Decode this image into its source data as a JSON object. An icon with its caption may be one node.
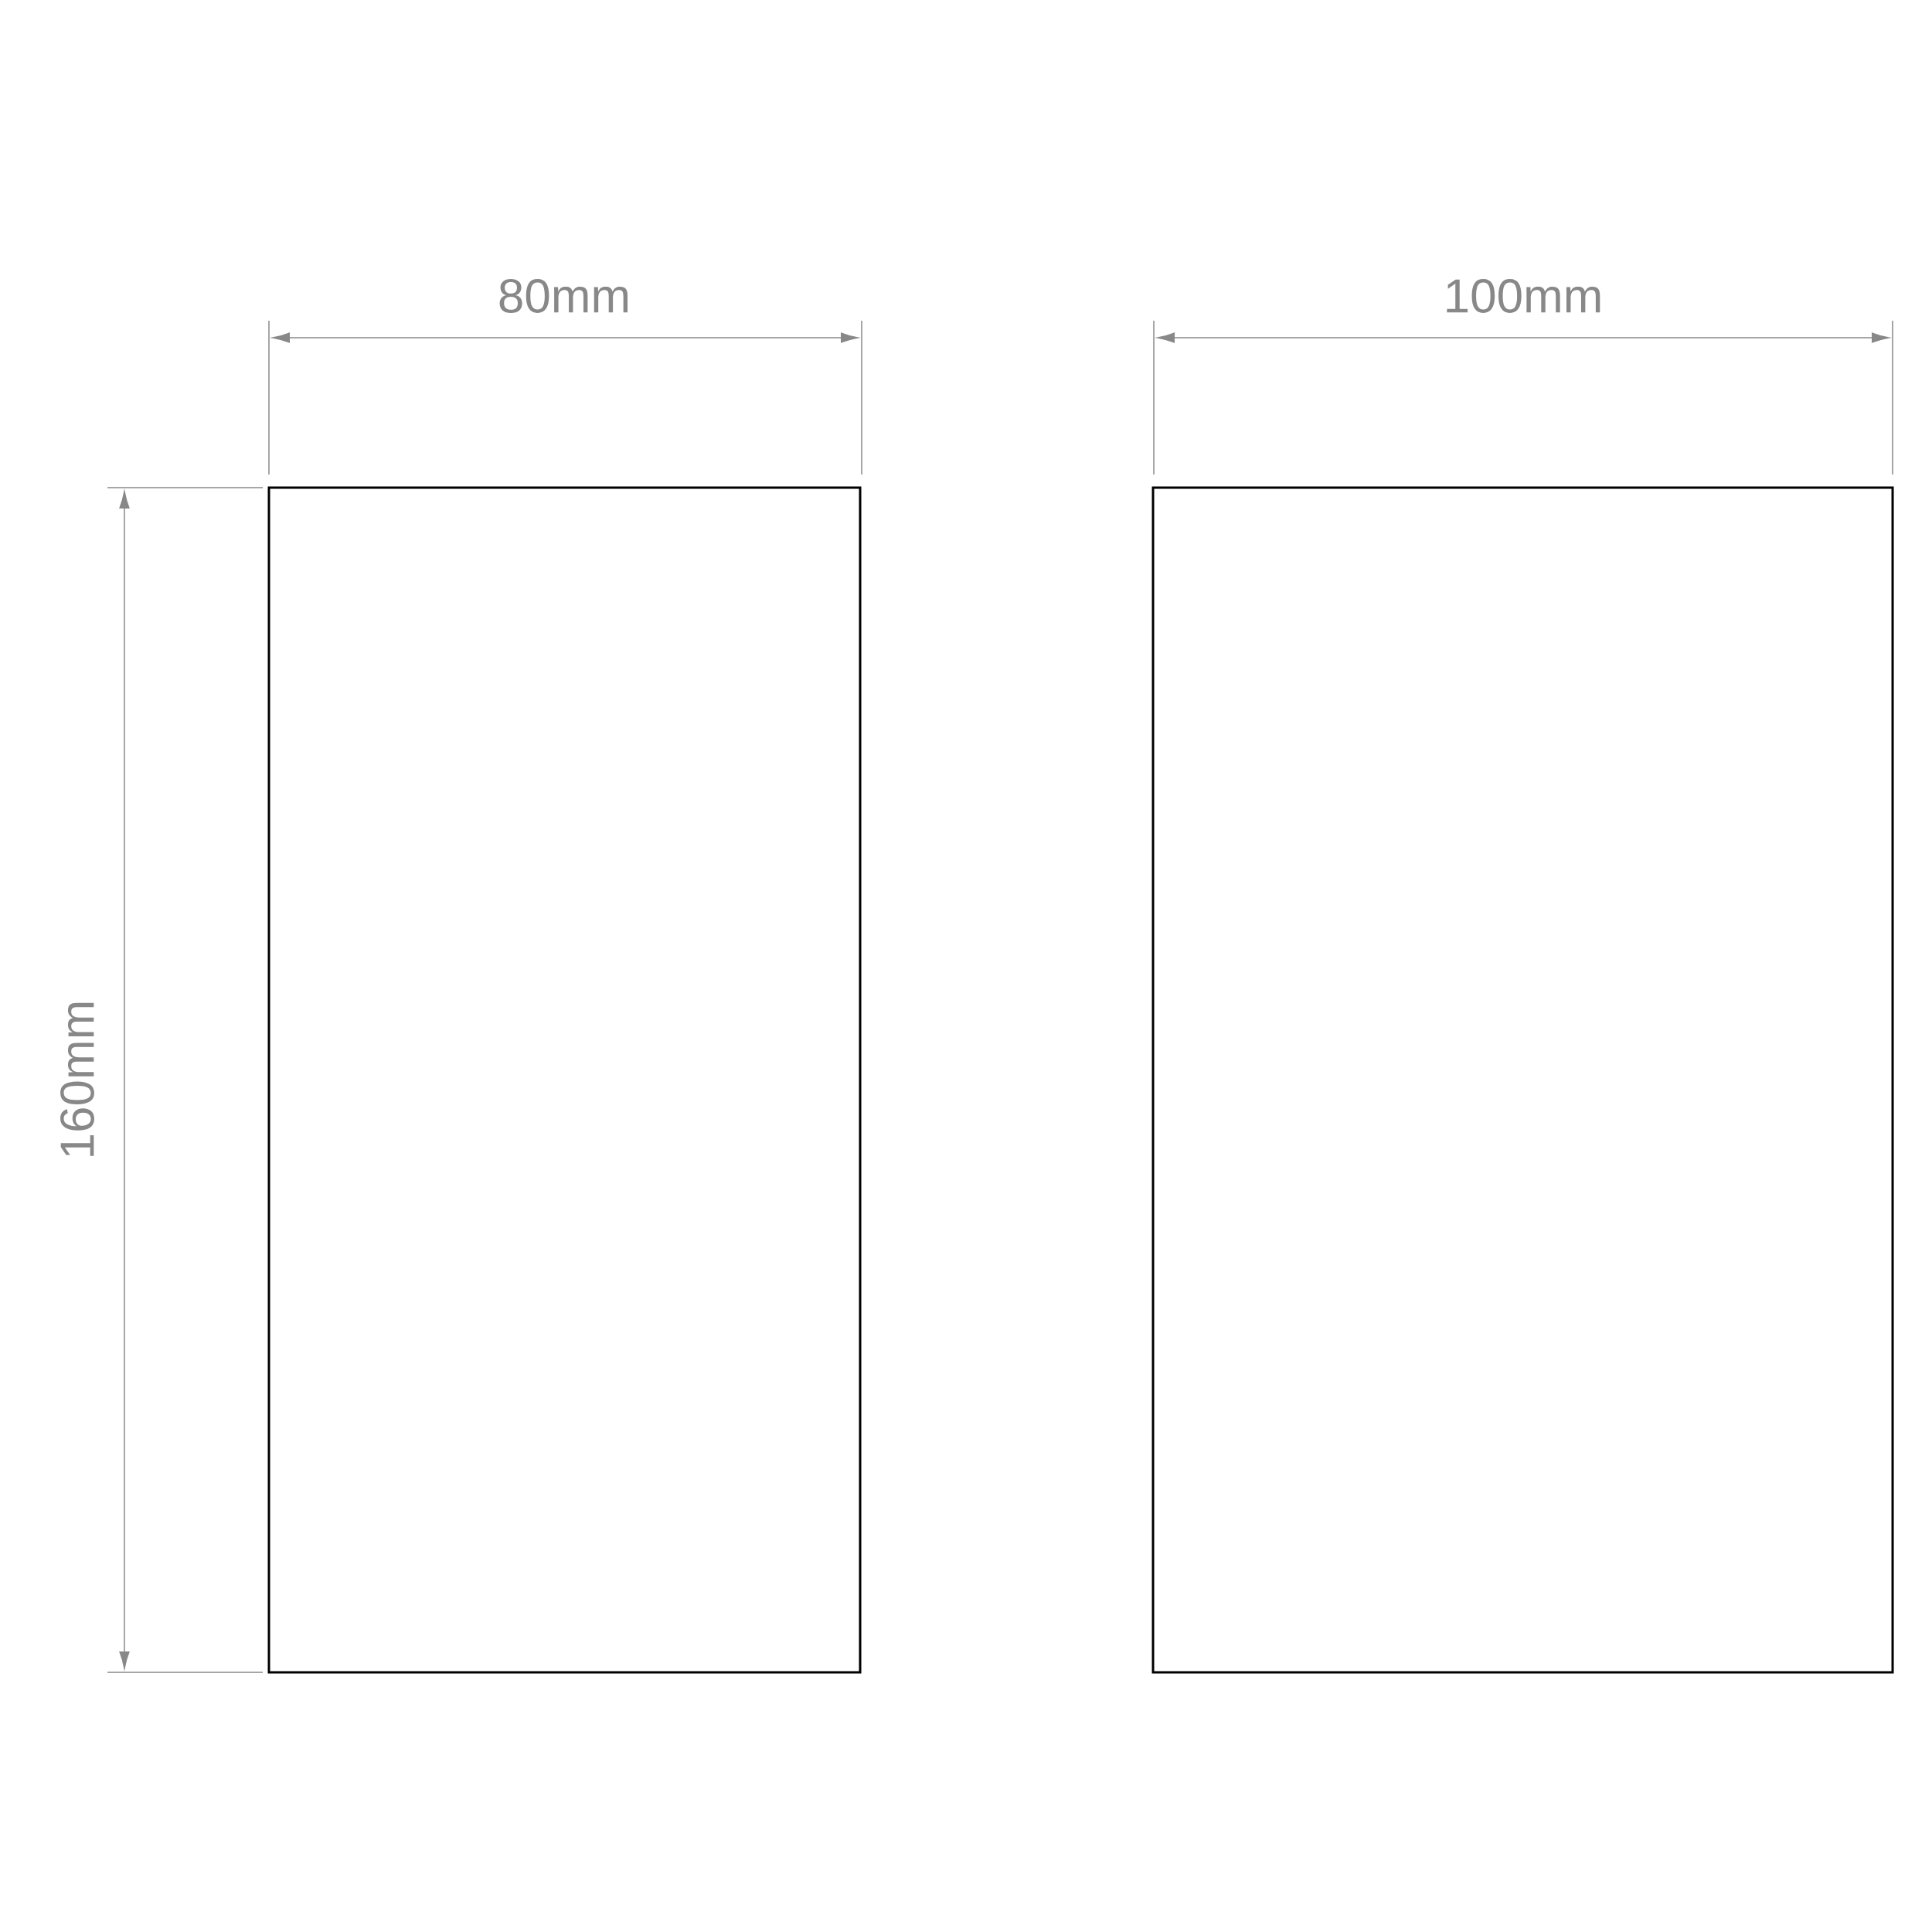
{
  "diagram": {
    "labels": [
      "80mm",
      "100mm",
      "160mm"
    ]
  }
}
